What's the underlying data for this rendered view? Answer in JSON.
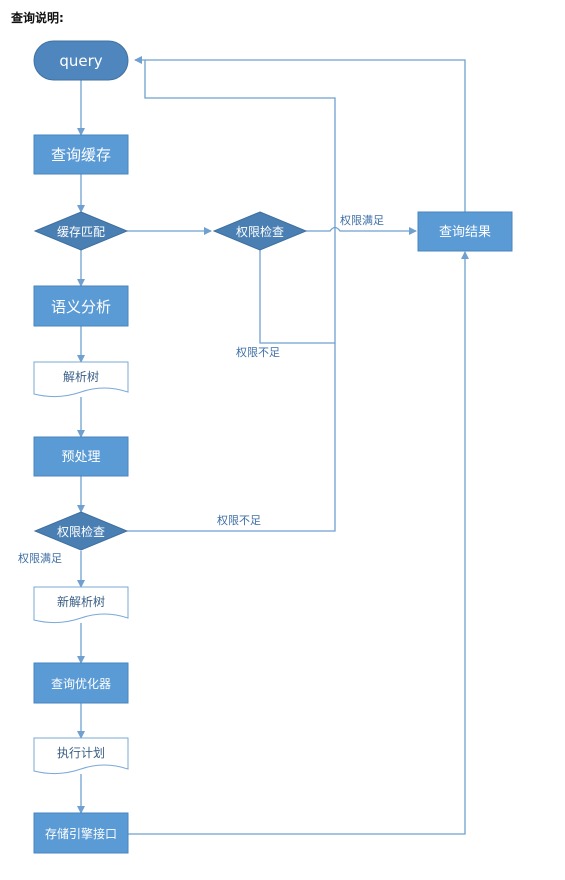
{
  "heading": "查询说明:",
  "nodes": {
    "query": "query",
    "cache_lookup": "查询缓存",
    "cache_match": "缓存匹配",
    "perm_check_1": "权限检查",
    "semantic": "语义分析",
    "parse_tree": "解析树",
    "preprocess": "预处理",
    "perm_check_2": "权限检查",
    "new_parse_tree": "新解析树",
    "optimizer": "查询优化器",
    "exec_plan": "执行计划",
    "storage_api": "存储引擎接口",
    "result": "查询结果"
  },
  "labels": {
    "perm_ok_1": "权限满足",
    "perm_fail_1": "权限不足",
    "perm_fail_2": "权限不足",
    "perm_ok_2": "权限满足"
  },
  "colors": {
    "node_fill": "#5b9bd5",
    "terminal_fill": "#4f86bd",
    "diamond_fill": "#4a7fb3",
    "line": "#6fa0d0",
    "doc_border": "#7aa8d6"
  }
}
